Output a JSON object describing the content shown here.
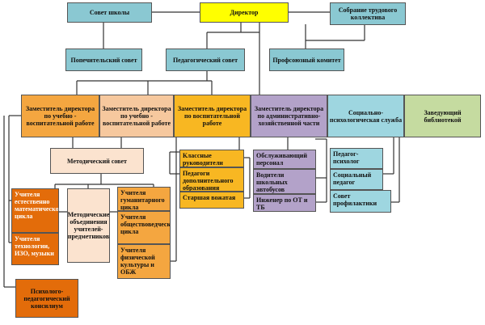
{
  "top": {
    "council": "Совет школы",
    "director": "Директор",
    "assembly": "Собрание трудового коллектива"
  },
  "second": {
    "trustees": "Попечительский совет",
    "pedagogical": "Педагогический совет",
    "union": "Профсоюзный комитет"
  },
  "deputies": {
    "dep1": "Заместитель директора по учебно - воспитательной работе",
    "dep2": "Заместитель директора по учебно - воспитательной работе",
    "dep3": "Заместитель директора по воспитательной работе",
    "dep4": "Заместитель директора по административно-хозяйственной части",
    "social": "Социально-психологическая служба",
    "library": "Заведующий библиотекой"
  },
  "method_council": "Методический совет",
  "method_assoc": "Методические объединения учителей-предметников",
  "teachers_left": {
    "science": "Учителя естественно математического цикла",
    "tech": "Учителя технологии, ИЗО, музыки"
  },
  "teachers_right": {
    "humanities": "Учителя гуманитарного цикла",
    "social": "Учителя обществоведческого цикла",
    "pe": "Учителя физической культуры и ОБЖ"
  },
  "educators": {
    "class": "Классные руководители",
    "extra": "Педагоги дополнительного образования",
    "senior": "Старшая вожатая"
  },
  "admin_staff": {
    "service": "Обслуживающий персонал",
    "drivers": "Водители школьных автобусов",
    "engineer": "Инженер по ОТ и ТБ"
  },
  "social_staff": {
    "psych": "Педагог-психолог",
    "social_ped": "Социальный педагог",
    "prevention": "Совет профилактики"
  },
  "consilium": "Психолого-педагогический консилиум",
  "colors": {
    "teal": "#8ac8d2",
    "yellow": "#ffff00",
    "dep_orange": "#f4a640",
    "dep_peach": "#f6c89e",
    "lavender": "#b3a2c9",
    "light_teal": "#9ed6e0",
    "green": "#c5dba0",
    "cream": "#fbe3cf",
    "dark_orange": "#e36c0a",
    "yellow_orange": "#f8b722"
  }
}
